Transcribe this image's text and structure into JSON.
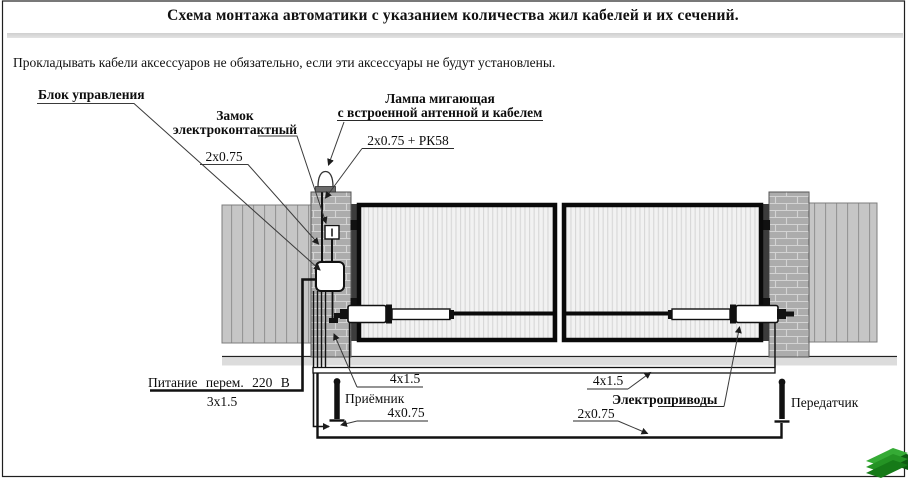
{
  "header": {
    "title": "Схема монтажа автоматики с указанием количества жил кабелей и их сечений.",
    "note": "Прокладывать кабели аксессуаров не обязательно, если эти аксессуары не будут установлены."
  },
  "labels": {
    "control_unit": "Блок управления",
    "lock_line1": "Замок",
    "lock_line2": "электроконтактный",
    "lock_cable": "2х0.75",
    "lamp_line1": "Лампа мигающая",
    "lamp_line2": "с встроенной антенной и кабелем",
    "lamp_cable": "2х0.75 + РК58",
    "power_supply": "Питание перем. 220 В",
    "power_cable": "3х1.5",
    "left_drive_cable": "4х1.5",
    "receiver": "Приёмник",
    "receiver_cable": "4х0.75",
    "right_drive_cable": "4х1.5",
    "drives": "Электроприводы",
    "transmitter_cable": "2х0.75",
    "transmitter": "Передатчик"
  },
  "colors": {
    "brick": "#acacac",
    "fence": "#c6c6c6",
    "ground": "#dcdcdc",
    "logo_green_light": "#35ab35",
    "logo_green_mid": "#249324",
    "logo_green_dark": "#167a18"
  }
}
